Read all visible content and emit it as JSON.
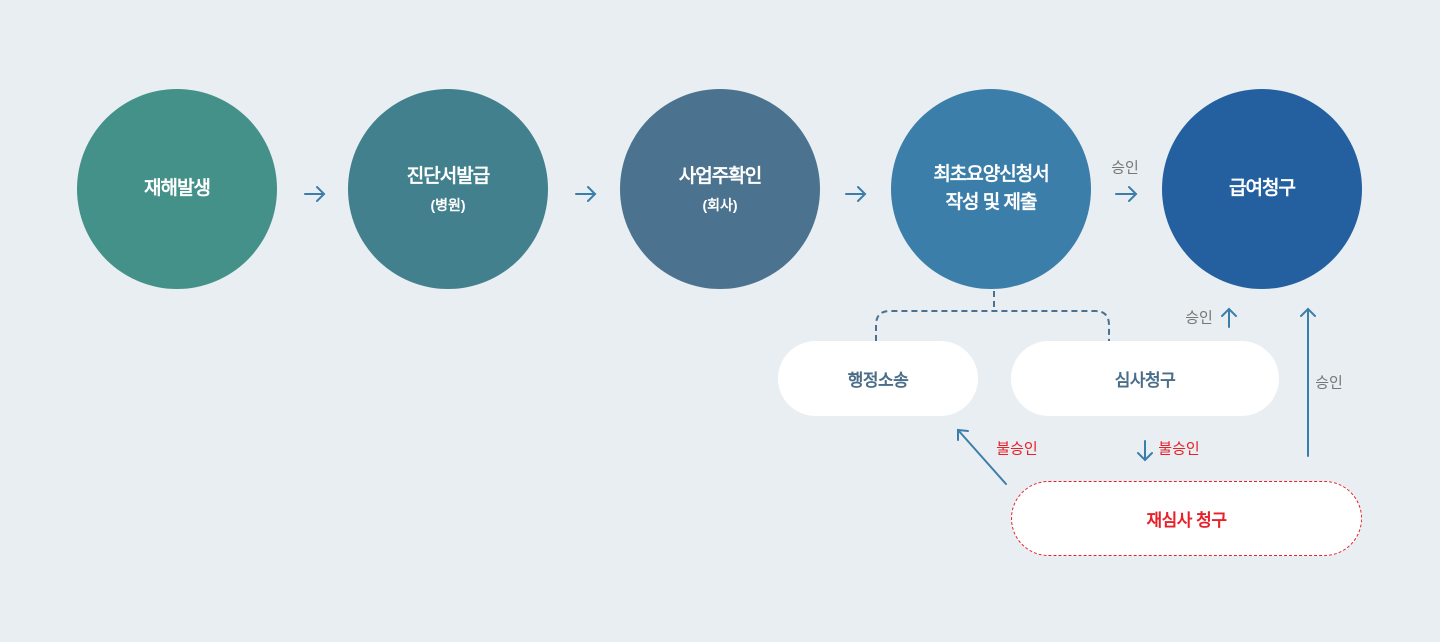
{
  "steps": [
    {
      "title": "재해발생",
      "color": "#44918a"
    },
    {
      "title": "진단서발급",
      "sub": "(병원)",
      "color": "#43808e"
    },
    {
      "title": "사업주확인",
      "sub": "(회사)",
      "color": "#4b738f"
    },
    {
      "title": "최초요양신청서",
      "title2": "작성 및 제출",
      "color": "#3b7ea9"
    },
    {
      "title": "급여청구",
      "color": "#2460a0"
    }
  ],
  "branches": {
    "lawsuit": "행정소송",
    "review": "심사청구",
    "rereview": "재심사 청구"
  },
  "labels": {
    "approve_top": "승인",
    "approve_up": "승인",
    "approve_right": "승인",
    "reject_left": "불승인",
    "reject_down": "불승인"
  },
  "colors": {
    "background": "#e8eef1",
    "arrow": "#3b7ea9",
    "reject": "#e8202a"
  }
}
